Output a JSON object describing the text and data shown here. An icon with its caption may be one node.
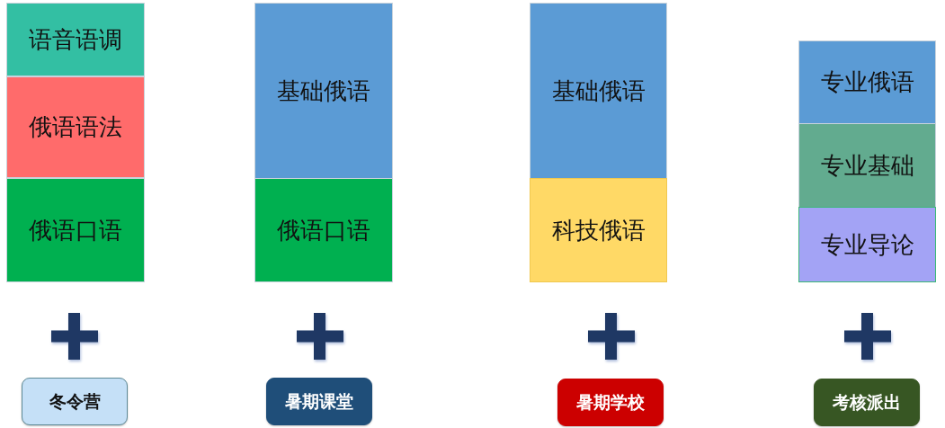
{
  "diagram": {
    "nodes": [
      {
        "text": [
          "语音语调"
        ]
      },
      {
        "text": [
          "俄语语法"
        ]
      },
      {
        "text": [
          "俄语口语"
        ]
      },
      {
        "text": [
          "冬令营"
        ]
      },
      {
        "text": [
          "基础俄语"
        ]
      },
      {
        "text": [
          "俄语口语"
        ]
      },
      {
        "text": [
          "暑期课堂"
        ]
      },
      {
        "text": [
          "基础俄语"
        ]
      },
      {
        "text": [
          "科技俄语"
        ]
      },
      {
        "text": [
          "暑期学校"
        ]
      },
      {
        "text": [
          "专业俄语"
        ]
      },
      {
        "text": [
          "专业基础"
        ]
      },
      {
        "text": [
          "专业导论"
        ]
      },
      {
        "text": [
          "考核派出"
        ]
      }
    ]
  }
}
